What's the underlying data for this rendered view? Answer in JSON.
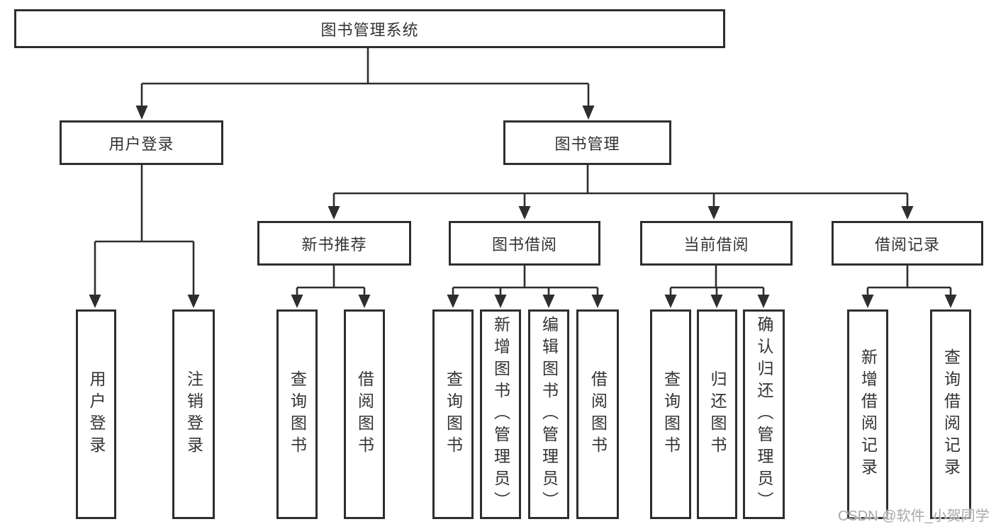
{
  "diagram_type": "hierarchy-tree",
  "nodes": {
    "root": "图书管理系统",
    "l2": [
      "用户登录",
      "图书管理"
    ],
    "l3": [
      "新书推荐",
      "图书借阅",
      "当前借阅",
      "借阅记录"
    ],
    "l4": [
      "用户登录",
      "注销登录",
      "查询图书",
      "借阅图书",
      "查询图书",
      "新增图书（管理员）",
      "编辑图书（管理员）",
      "借阅图书",
      "查询图书",
      "归还图书",
      "确认归还（管理员）",
      "新增借阅记录",
      "查询借阅记录"
    ]
  },
  "structure": {
    "root_children": [
      "用户登录",
      "图书管理"
    ],
    "用户登录_children": [
      "用户登录",
      "注销登录"
    ],
    "图书管理_children": [
      "新书推荐",
      "图书借阅",
      "当前借阅",
      "借阅记录"
    ],
    "新书推荐_children": [
      "查询图书",
      "借阅图书"
    ],
    "图书借阅_children": [
      "查询图书",
      "新增图书（管理员）",
      "编辑图书（管理员）",
      "借阅图书"
    ],
    "当前借阅_children": [
      "查询图书",
      "归还图书",
      "确认归还（管理员）"
    ],
    "借阅记录_children": [
      "新增借阅记录",
      "查询借阅记录"
    ]
  },
  "watermark": "CSDN @软件_小贺同学",
  "colors": {
    "line": "#2e2e2e",
    "text": "#333333",
    "box_background": "#ffffff",
    "page_background": "#ffffff",
    "watermark": "#a9a9a9"
  }
}
